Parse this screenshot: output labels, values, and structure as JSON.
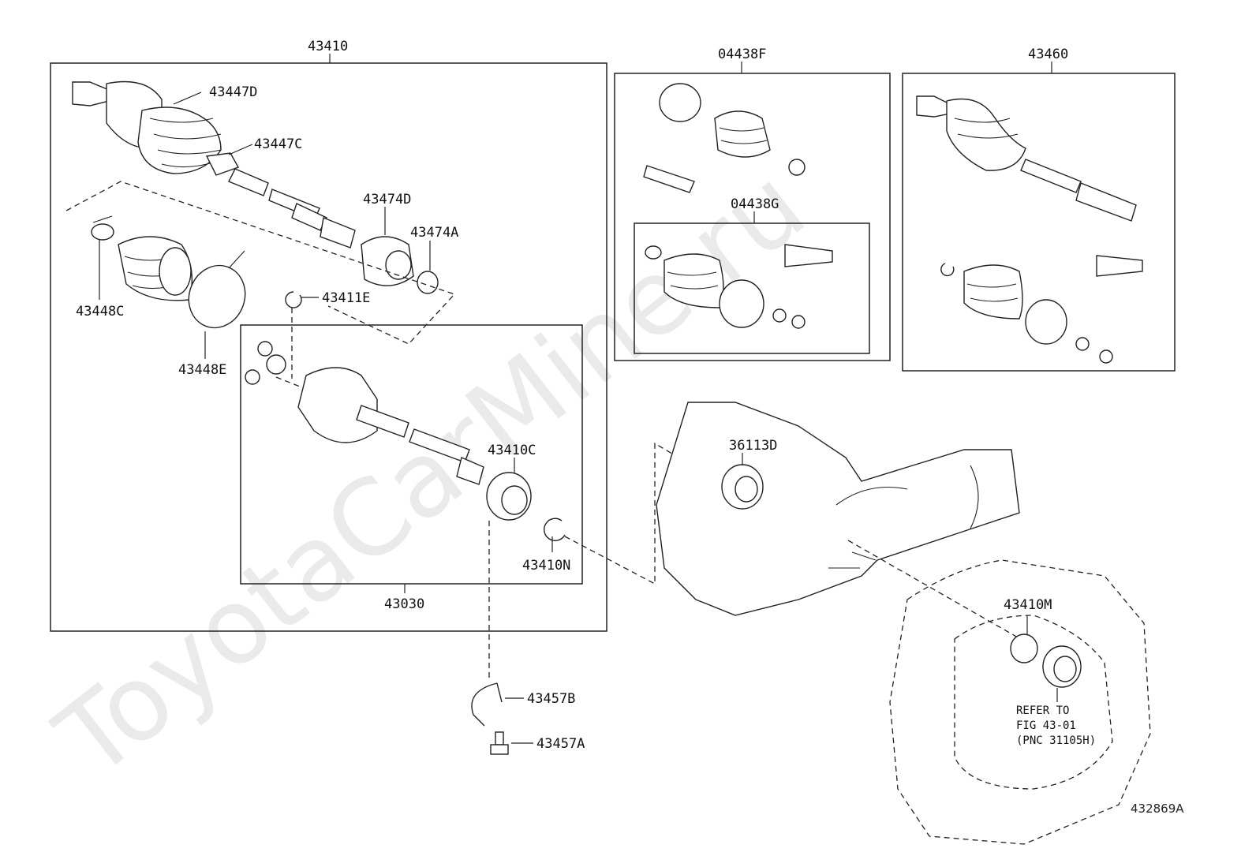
{
  "watermark": "ToyotaCarMine.ru",
  "labels": {
    "p43410": "43410",
    "p43447D": "43447D",
    "p43447C": "43447C",
    "p43474D": "43474D",
    "p43474A": "43474A",
    "p43448C": "43448C",
    "p43448E": "43448E",
    "p43411E": "43411E",
    "p43410C": "43410C",
    "p43410N": "43410N",
    "p43030": "43030",
    "p43457B": "43457B",
    "p43457A": "43457A",
    "p04438F": "04438F",
    "p04438G": "04438G",
    "p43460": "43460",
    "p36113D": "36113D",
    "p43410M": "43410M"
  },
  "refer_note": [
    "REFER TO",
    "FIG 43-01",
    "(PNC 31105H)"
  ],
  "diagram_code": "432869A"
}
